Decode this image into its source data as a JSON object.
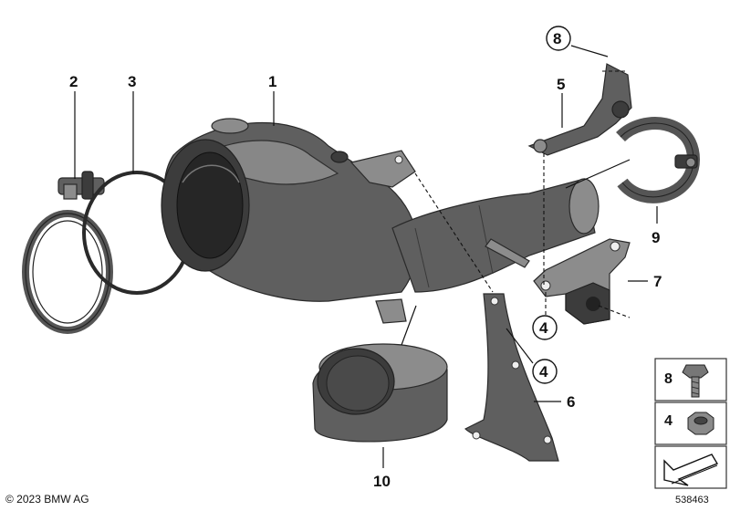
{
  "diagram": {
    "callouts": {
      "c1": "1",
      "c2": "2",
      "c3": "3",
      "c4a": "4",
      "c4b": "4",
      "c5": "5",
      "c6": "6",
      "c7": "7",
      "c8": "8",
      "c9": "9",
      "c10": "10"
    },
    "legend": {
      "item_8": "8",
      "item_4": "4"
    }
  },
  "footer": {
    "copyright": "© 2023 BMW AG",
    "image_number": "538463"
  }
}
